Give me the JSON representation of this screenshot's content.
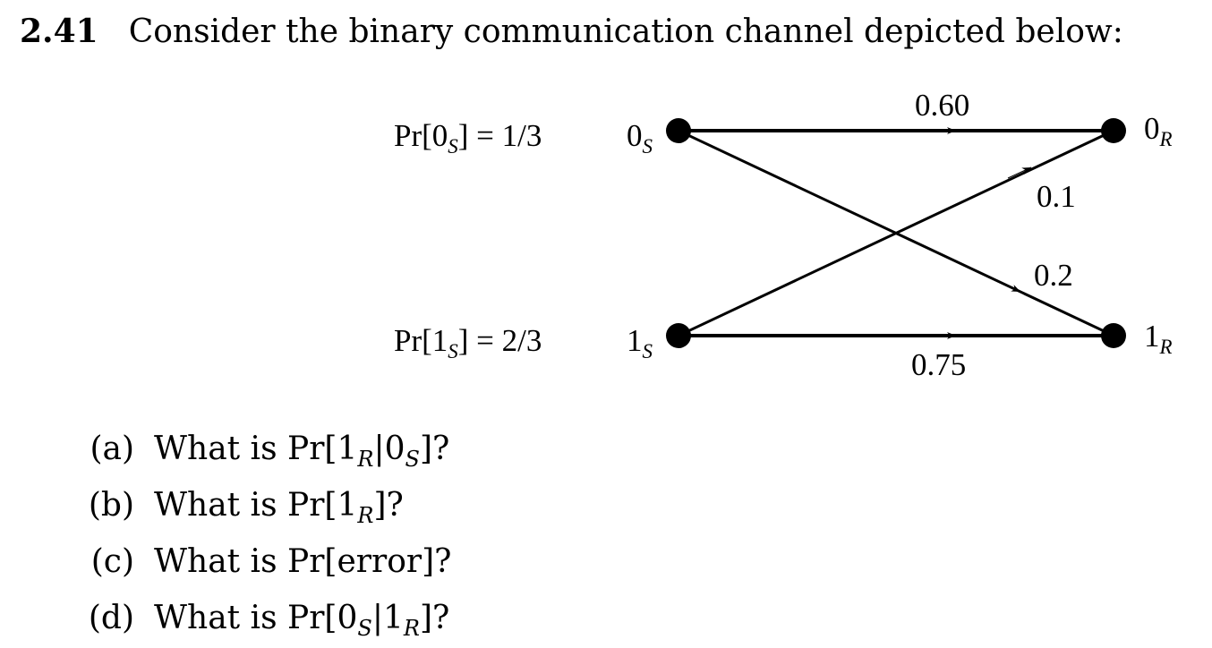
{
  "problem": {
    "number": "2.41",
    "statement": "Consider the binary communication channel depicted below:"
  },
  "diagram": {
    "prior_0": {
      "prefix": "Pr[0",
      "sub": "S",
      "suffix": "] = 1/3"
    },
    "prior_1": {
      "prefix": "Pr[1",
      "sub": "S",
      "suffix": "] = 2/3"
    },
    "sender_0": {
      "main": "0",
      "sub": "S"
    },
    "sender_1": {
      "main": "1",
      "sub": "S"
    },
    "receiver_0": {
      "main": "0",
      "sub": "R"
    },
    "receiver_1": {
      "main": "1",
      "sub": "R"
    },
    "transitions": [
      {
        "from": "0S",
        "to": "0R",
        "label": "0.60"
      },
      {
        "from": "1S",
        "to": "0R",
        "label": "0.1"
      },
      {
        "from": "0S",
        "to": "1R",
        "label": "0.2"
      },
      {
        "from": "1S",
        "to": "1R",
        "label": "0.75"
      }
    ]
  },
  "questions": [
    {
      "letter": "(a)",
      "text": "What is Pr[1",
      "sub1": "R",
      "mid": "|0",
      "sub2": "S",
      "end": "]?"
    },
    {
      "letter": "(b)",
      "text": "What is Pr[1",
      "sub1": "R",
      "end": "]?"
    },
    {
      "letter": "(c)",
      "text": "What is Pr[error]?"
    },
    {
      "letter": "(d)",
      "text": "What is Pr[0",
      "sub1": "S",
      "mid": "|1",
      "sub2": "R",
      "end": "]?"
    }
  ]
}
